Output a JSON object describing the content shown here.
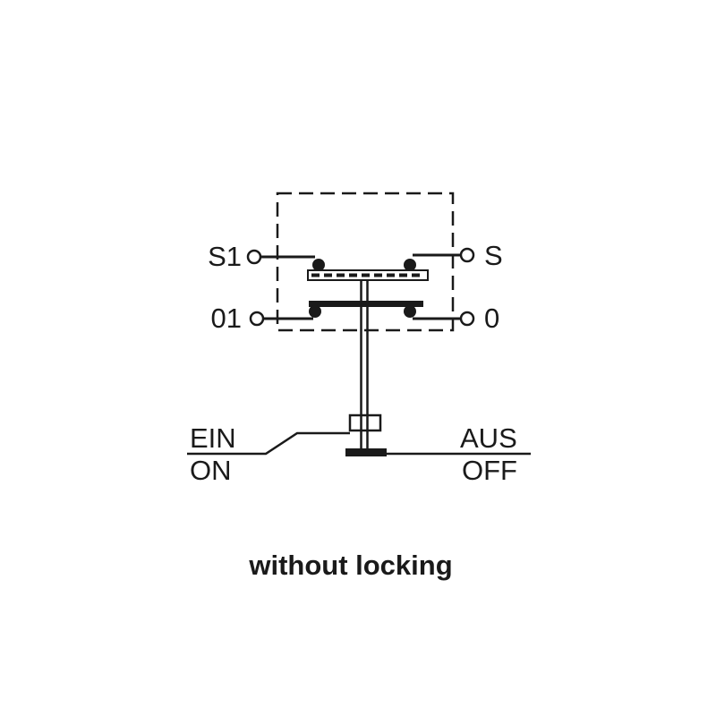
{
  "diagram": {
    "terminals": {
      "top_left": "S1",
      "top_right": "S",
      "bottom_left": "01",
      "bottom_right": "0"
    },
    "state_labels": {
      "on_de": "EIN",
      "on_en": "ON",
      "off_de": "AUS",
      "off_en": "OFF"
    },
    "caption": "without locking",
    "colors": {
      "stroke": "#1a1a1a",
      "background": "#ffffff"
    }
  }
}
